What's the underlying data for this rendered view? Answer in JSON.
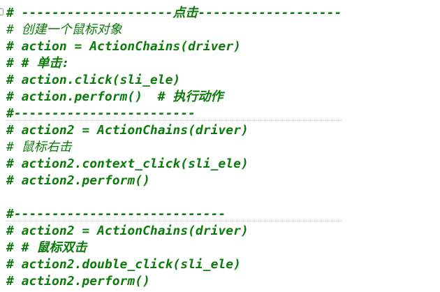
{
  "editor": {
    "lines": [
      "# --------------------点击-------------------",
      "# 创建一个鼠标对象",
      "# action = ActionChains(driver)",
      "# # 单击:",
      "# action.click(sli_ele)",
      "# action.perform()  # 执行动作",
      "#------------------------",
      "# action2 = ActionChains(driver)",
      "# 鼠标右击",
      "# action2.context_click(sli_ele)",
      "# action2.perform()",
      "",
      "#----------------------------",
      "# action2 = ActionChains(driver)",
      "# # 鼠标双击",
      "# action2.double_click(sli_ele)",
      "# action2.perform()"
    ],
    "comment_color": "#0a7a0a"
  }
}
